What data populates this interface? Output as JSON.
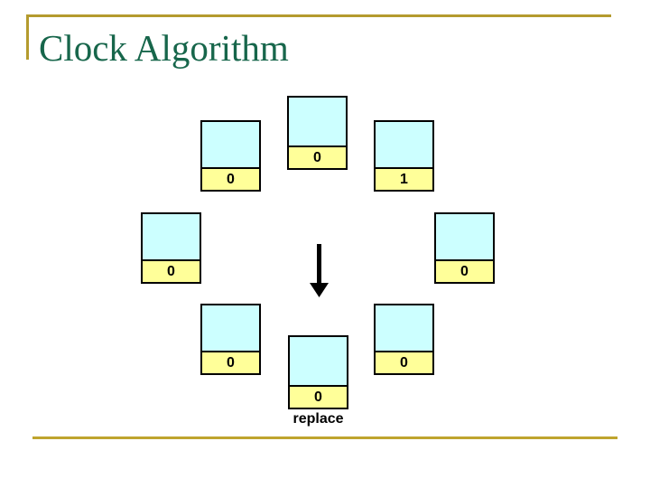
{
  "slide": {
    "title": "Clock Algorithm"
  },
  "colors": {
    "accent_gold_top": "#B49B2E",
    "accent_gold_bottom": "#BFA42E",
    "title_green": "#17664B",
    "frame_fill_cyan": "#CCFFFF",
    "bit_fill_yellow": "#FFFF99",
    "border_black": "#000000",
    "arrow_black": "#000000"
  },
  "diagram": {
    "frames": [
      {
        "position": "top",
        "bit": "0"
      },
      {
        "position": "upper-left",
        "bit": "0"
      },
      {
        "position": "upper-right",
        "bit": "1"
      },
      {
        "position": "middle-left",
        "bit": "0"
      },
      {
        "position": "middle-right",
        "bit": "0"
      },
      {
        "position": "lower-left",
        "bit": "0"
      },
      {
        "position": "lower-right",
        "bit": "0"
      },
      {
        "position": "bottom",
        "bit": "0"
      }
    ],
    "arrow_icon": "down-arrow",
    "pointer_label": "replace"
  }
}
